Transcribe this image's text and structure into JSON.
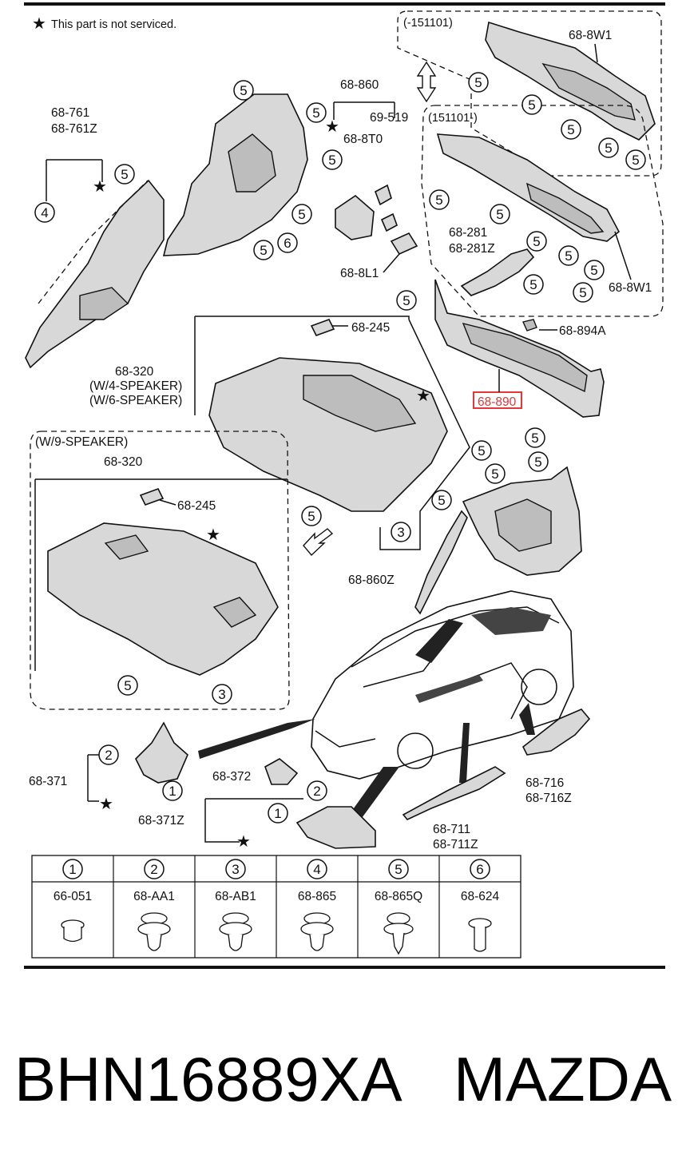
{
  "note": "This part is not serviced.",
  "labels": {
    "l_8w1_top": "68-8W1",
    "l_151101_old": "(-151101)",
    "l_151101_new": "(151101-)",
    "l_8w1_bottom": "68-8W1",
    "l_860": "68-860",
    "l_519": "69-519",
    "l_8t0": "68-8T0",
    "l_8l1": "68-8L1",
    "l_761": "68-761",
    "l_761z": "68-761Z",
    "l_281": "68-281",
    "l_281z": "68-281Z",
    "l_894a": "68-894A",
    "l_890": "68-890",
    "l_245a": "68-245",
    "l_320a": "68-320",
    "l_w4": "(W/4-SPEAKER)",
    "l_w6": "(W/6-SPEAKER)",
    "l_w9": "(W/9-SPEAKER)",
    "l_320b": "68-320",
    "l_245b": "68-245",
    "l_860z": "68-860Z",
    "l_371": "68-371",
    "l_372": "68-372",
    "l_371z": "68-371Z",
    "l_716": "68-716",
    "l_716z": "68-716Z",
    "l_711": "68-711",
    "l_711z": "68-711Z"
  },
  "callouts": {
    "one": "1",
    "two": "2",
    "three": "3",
    "four": "4",
    "five": "5",
    "six": "6"
  },
  "legend": [
    {
      "key": "1",
      "part": "66-051"
    },
    {
      "key": "2",
      "part": "68-AA1"
    },
    {
      "key": "3",
      "part": "68-AB1"
    },
    {
      "key": "4",
      "part": "68-865"
    },
    {
      "key": "5",
      "part": "68-865Q"
    },
    {
      "key": "6",
      "part": "68-624"
    }
  ],
  "highlight_color": "#e8353a",
  "footer": {
    "part_number": "BHN16889XA",
    "brand": "MAZDA"
  }
}
